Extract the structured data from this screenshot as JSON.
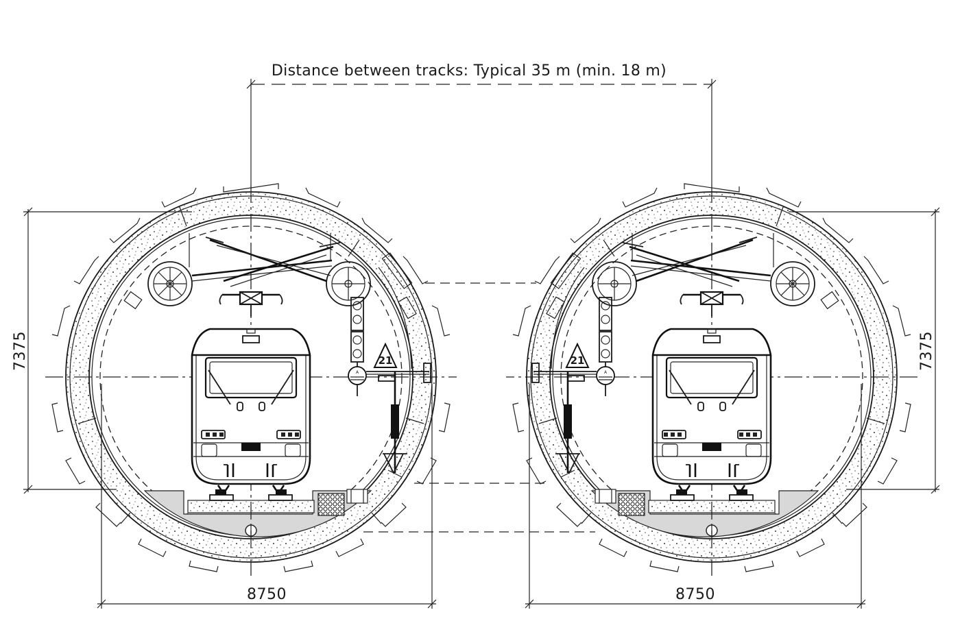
{
  "title": "Distance between tracks: Typical 35 m (min. 18 m)",
  "dimensions": {
    "height_left": "7375",
    "height_right": "7375",
    "width_left": "8750",
    "width_right": "8750"
  },
  "signs": {
    "speed_left": "21",
    "speed_right": "21"
  },
  "sign_small": {
    "left": "A",
    "right": "A"
  },
  "colors": {
    "line": "#1a1a1a",
    "fill_gray": "#d8d8d8",
    "concrete_dot": "#333333"
  }
}
